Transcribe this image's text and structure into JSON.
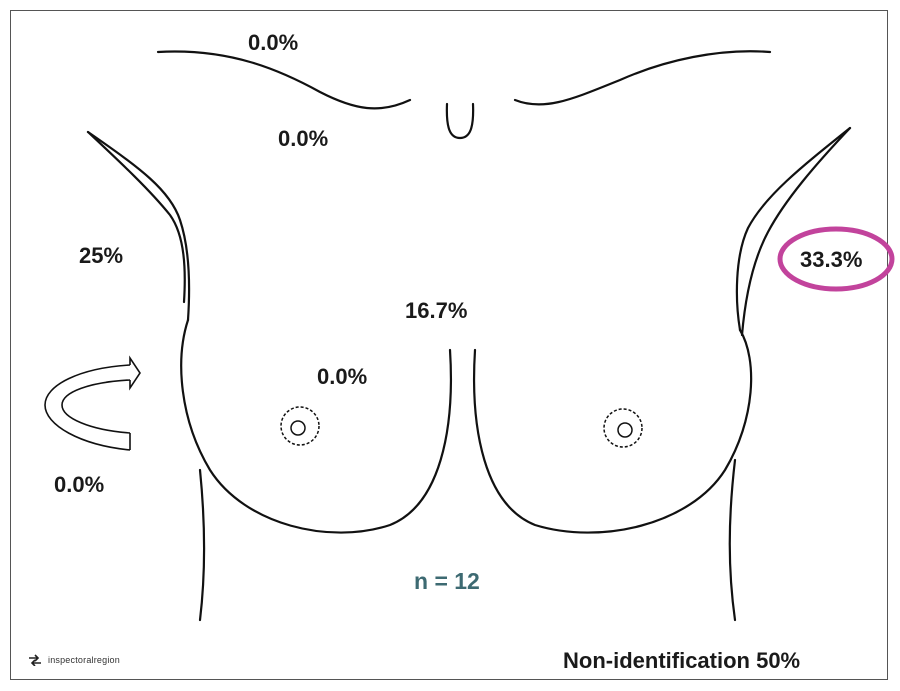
{
  "labels": {
    "shoulder_upper": "0.0%",
    "shoulder_lower": "0.0%",
    "right_axilla": "25%",
    "left_axilla": "33.3%",
    "sternal": "16.7%",
    "breast_inner": "0.0%",
    "back": "0.0%"
  },
  "sample": "n = 12",
  "footer": "Non-identification 50%",
  "highlight_color": "#c2439c",
  "logo_icon": "logo-arrows-icon",
  "logo_text": "inspectoralregion"
}
